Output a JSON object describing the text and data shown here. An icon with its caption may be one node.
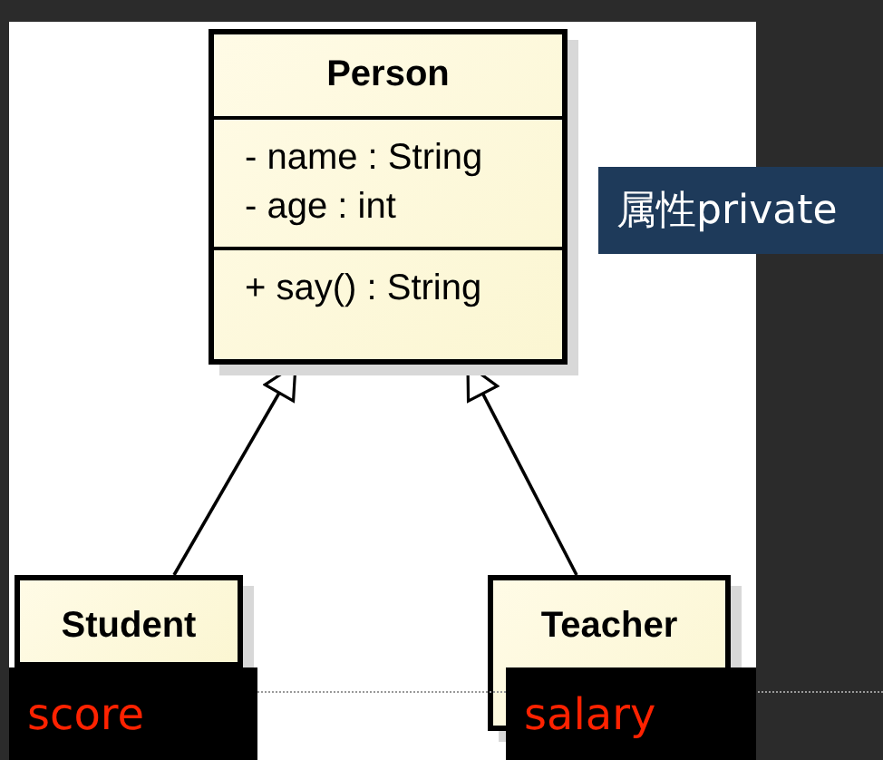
{
  "diagram": {
    "nodes": [
      {
        "text": [
          "Person",
          "- name : String",
          "- age : int",
          "+ say() : String"
        ]
      },
      {
        "text": [
          "Student"
        ]
      },
      {
        "text": [
          "Teacher"
        ]
      }
    ],
    "edges": [
      {
        "from": 1,
        "to": 0,
        "arrow": "to"
      },
      {
        "from": 2,
        "to": 0,
        "arrow": "to"
      }
    ],
    "labels": [
      "属性private",
      "score",
      "salary"
    ]
  }
}
